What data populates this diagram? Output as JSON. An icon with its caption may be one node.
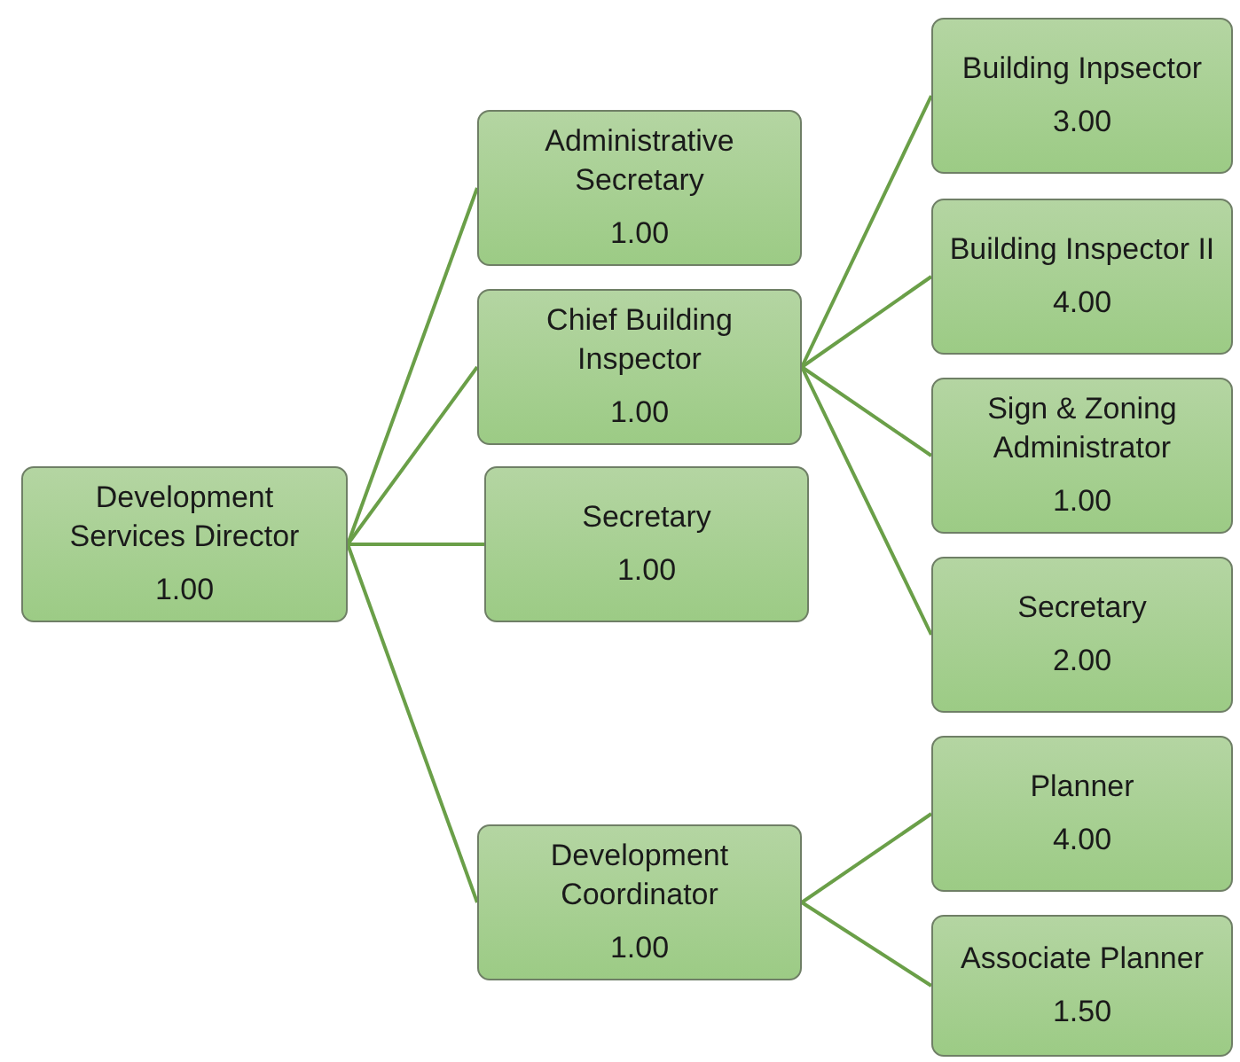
{
  "diagram": {
    "nodes": [
      {
        "text": [
          "Development Services Director",
          "1.00"
        ]
      },
      {
        "text": [
          "Administrative Secretary",
          "1.00"
        ]
      },
      {
        "text": [
          "Chief Building Inspector",
          "1.00"
        ]
      },
      {
        "text": [
          "Secretary",
          "1.00"
        ]
      },
      {
        "text": [
          "Development Coordinator",
          "1.00"
        ]
      },
      {
        "text": [
          "Building Inpsector",
          "3.00"
        ]
      },
      {
        "text": [
          "Building Inspector II",
          "4.00"
        ]
      },
      {
        "text": [
          "Sign & Zoning Administrator",
          "1.00"
        ]
      },
      {
        "text": [
          "Secretary",
          "2.00"
        ]
      },
      {
        "text": [
          "Planner",
          "4.00"
        ]
      },
      {
        "text": [
          "Associate Planner",
          "1.50"
        ]
      }
    ],
    "edges": [
      {
        "from": 0,
        "to": 1,
        "arrow": "none"
      },
      {
        "from": 0,
        "to": 2,
        "arrow": "none"
      },
      {
        "from": 0,
        "to": 3,
        "arrow": "none"
      },
      {
        "from": 0,
        "to": 4,
        "arrow": "none"
      },
      {
        "from": 2,
        "to": 5,
        "arrow": "none"
      },
      {
        "from": 2,
        "to": 6,
        "arrow": "none"
      },
      {
        "from": 2,
        "to": 7,
        "arrow": "none"
      },
      {
        "from": 2,
        "to": 8,
        "arrow": "none"
      },
      {
        "from": 4,
        "to": 9,
        "arrow": "none"
      },
      {
        "from": 4,
        "to": 10,
        "arrow": "none"
      }
    ]
  }
}
